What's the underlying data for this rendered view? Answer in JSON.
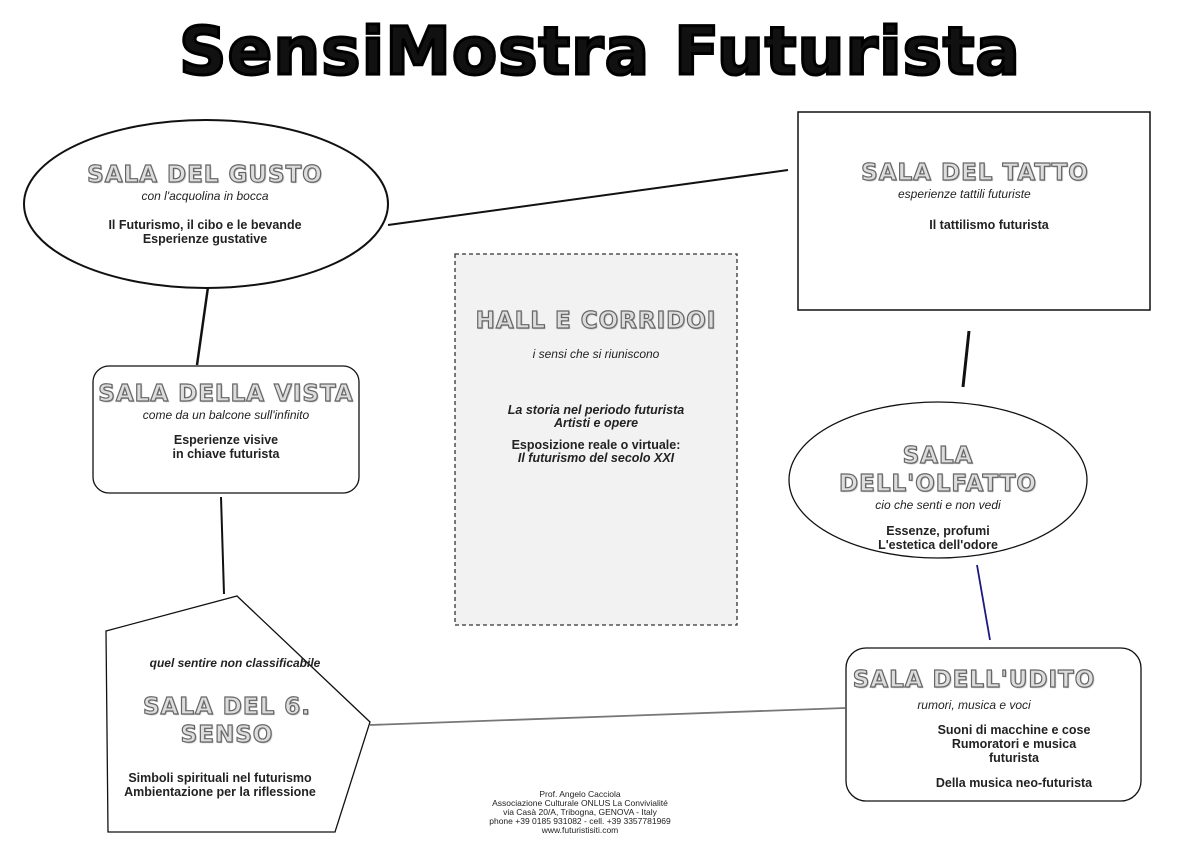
{
  "title": "SensiMostra Futurista",
  "rooms": {
    "gusto": {
      "name": "SALA DEL GUSTO",
      "subtitle": "con l'acquolina in bocca",
      "lines": [
        "Il Futurismo, il cibo e le bevande",
        "Esperienze gustative"
      ]
    },
    "tatto": {
      "name": "SALA DEL TATTO",
      "subtitle": "esperienze tattili futuriste",
      "lines": [
        "Il tattilismo futurista"
      ]
    },
    "vista": {
      "name": "SALA DELLA VISTA",
      "subtitle": "come da un balcone sull'infinito",
      "lines": [
        "Esperienze visive",
        "in chiave futurista"
      ]
    },
    "olfatto": {
      "name": "SALA DELL'OLFATTO",
      "subtitle": "cio che senti e non vedi",
      "lines": [
        "Essenze, profumi",
        "L'estetica dell'odore"
      ]
    },
    "senso": {
      "name": "SALA DEL 6. SENSO",
      "subtitle": "quel sentire non classificabile",
      "lines": [
        "Simboli spirituali nel futurismo",
        "Ambientazione per la riflessione"
      ]
    },
    "udito": {
      "name": "SALA DELL'UDITO",
      "subtitle": "rumori, musica e voci",
      "lines": [
        "Suoni di macchine e cose",
        "Rumoratori e musica futurista",
        "Della musica neo-futurista"
      ]
    },
    "hall": {
      "name": "HALL E CORRIDOI",
      "subtitle": "i sensi che si riuniscono",
      "lines": [
        "La storia nel periodo futurista",
        "Artisti e opere",
        "Esposizione reale o virtuale:",
        "Il futurismo del secolo XXI"
      ]
    }
  },
  "footer": [
    "Prof. Angelo Cacciola",
    "Associazione Culturale ONLUS La Convivialité",
    "via Casà 20/A, Tribogna, GENOVA - Italy",
    "phone +39 0185 931082 - cell. +39 3357781969",
    "www.futuristisiti.com"
  ],
  "colors": {
    "connector": "#111111",
    "connector_blue": "#1a1a80",
    "connector_gray": "#777777",
    "hall_fill": "#f2f2f2"
  }
}
